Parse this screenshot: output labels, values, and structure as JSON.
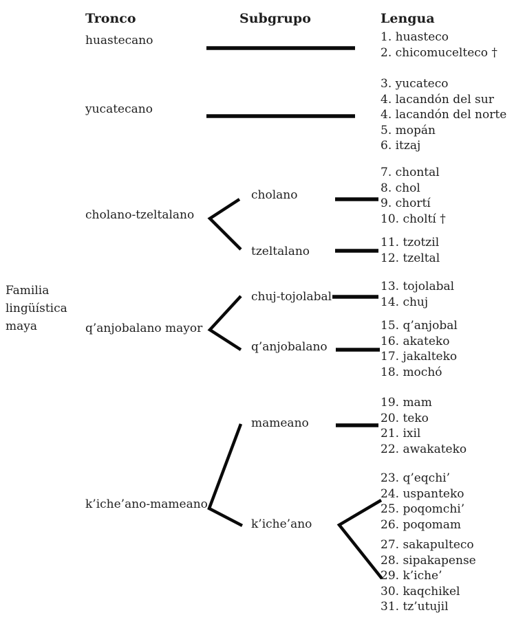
{
  "family": {
    "root_label": "Familia lingüística maya",
    "headers": {
      "tronco": "Tronco",
      "subgrupo": "Subgrupo",
      "lengua": "Lengua"
    },
    "troncos": [
      {
        "name": "huastecano",
        "languages": [
          "1. huasteco",
          "2. chicomucelteco †"
        ]
      },
      {
        "name": "yucatecano",
        "languages": [
          "3. yucateco",
          "4. lacandón del sur",
          "4. lacandón del norte",
          "5. mopán",
          "6. itzaj"
        ]
      },
      {
        "name": "cholano-tzeltalano",
        "subgroups": [
          {
            "name": "cholano",
            "languages": [
              "7. chontal",
              "8. chol",
              "9. chortí",
              "10. choltí †"
            ]
          },
          {
            "name": "tzeltalano",
            "languages": [
              "11. tzotzil",
              "12. tzeltal"
            ]
          }
        ]
      },
      {
        "name": "q’anjobalano mayor",
        "subgroups": [
          {
            "name": "chuj-tojolabal",
            "languages": [
              "13. tojolabal",
              "14. chuj"
            ]
          },
          {
            "name": "q’anjobalano",
            "languages": [
              "15. q’anjobal",
              "16. akateko",
              "17. jakalteko",
              "18. mochó"
            ]
          }
        ]
      },
      {
        "name": "k’iche’ano-mameano",
        "subgroups": [
          {
            "name": "mameano",
            "languages": [
              "19. mam",
              "20. teko",
              "21. ixil",
              "22. awakateko"
            ]
          },
          {
            "name": "k’iche’ano",
            "language_groups": [
              [
                "23. q’eqchi’",
                "24. uspanteko",
                "25. poqomchi’",
                "26. poqomam"
              ],
              [
                "27. sakapulteco",
                "28. sipakapense",
                "29. k’iche’",
                "30. kaqchikel",
                "31. tz’utujil"
              ]
            ]
          }
        ]
      }
    ],
    "colors": {
      "text": "#1f1f1f",
      "line": "#0a0a0a",
      "background": "#ffffff"
    }
  }
}
